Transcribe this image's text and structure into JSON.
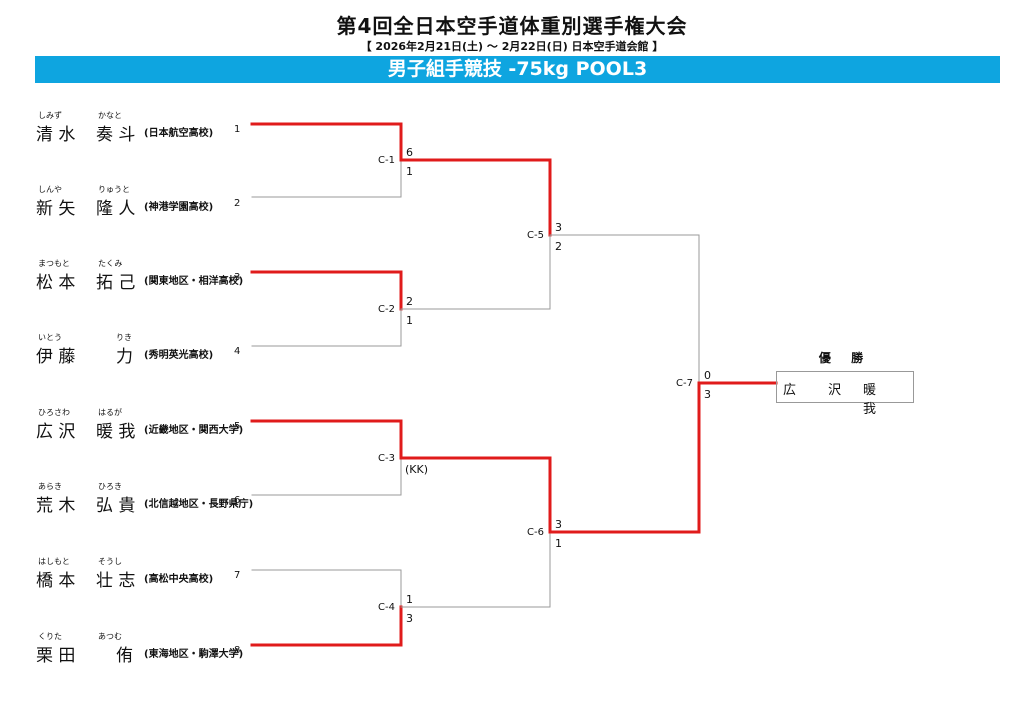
{
  "header": {
    "title": "第4回全日本空手道体重別選手権大会",
    "subtitle": "【 2026年2月21日(土) ～ 2月22日(日)  日本空手道会館 】",
    "banner": "男子組手競技 -75kg POOL3"
  },
  "players": [
    {
      "kana1": "しみず",
      "kana2": "かなと",
      "name1": "清 水",
      "name2": "奏 斗",
      "aff": "(日本航空高校)",
      "num": "1"
    },
    {
      "kana1": "しんや",
      "kana2": "りゅうと",
      "name1": "新 矢",
      "name2": "隆 人",
      "aff": "(神港学園高校)",
      "num": "2"
    },
    {
      "kana1": "まつもと",
      "kana2": "たくみ",
      "name1": "松 本",
      "name2": "拓 己",
      "aff": "(関東地区・相洋高校)",
      "num": "3"
    },
    {
      "kana1": "いとう",
      "kana2": "りき",
      "name1": "伊 藤",
      "name2": "力",
      "aff": "(秀明英光高校)",
      "num": "4"
    },
    {
      "kana1": "ひろさわ",
      "kana2": "はるが",
      "name1": "広 沢",
      "name2": "暖 我",
      "aff": "(近畿地区・関西大学)",
      "num": "5"
    },
    {
      "kana1": "あらき",
      "kana2": "ひろき",
      "name1": "荒 木",
      "name2": "弘 貴",
      "aff": "(北信越地区・長野県庁)",
      "num": "6"
    },
    {
      "kana1": "はしもと",
      "kana2": "そうし",
      "name1": "橋 本",
      "name2": "壮 志",
      "aff": "(高松中央高校)",
      "num": "7"
    },
    {
      "kana1": "くりた",
      "kana2": "あつむ",
      "name1": "栗 田",
      "name2": "侑",
      "aff": "(東海地区・駒澤大学)",
      "num": "8"
    }
  ],
  "matches": [
    {
      "label": "C-1",
      "top_score": "6",
      "bottom_score": "1"
    },
    {
      "label": "C-2",
      "top_score": "2",
      "bottom_score": "1"
    },
    {
      "label": "C-3",
      "top_score": "",
      "bottom_score": "(KK)"
    },
    {
      "label": "C-4",
      "top_score": "1",
      "bottom_score": "3"
    },
    {
      "label": "C-5",
      "top_score": "3",
      "bottom_score": "2"
    },
    {
      "label": "C-6",
      "top_score": "3",
      "bottom_score": "1"
    },
    {
      "label": "C-7",
      "top_score": "0",
      "bottom_score": "3"
    }
  ],
  "champion": {
    "heading": "優 勝",
    "name1": "広 沢",
    "name2": "暖 我"
  },
  "colors": {
    "banner": "#0ea5e0",
    "winner_line": "#e01b1b",
    "loser_line": "#9a9a9a"
  }
}
